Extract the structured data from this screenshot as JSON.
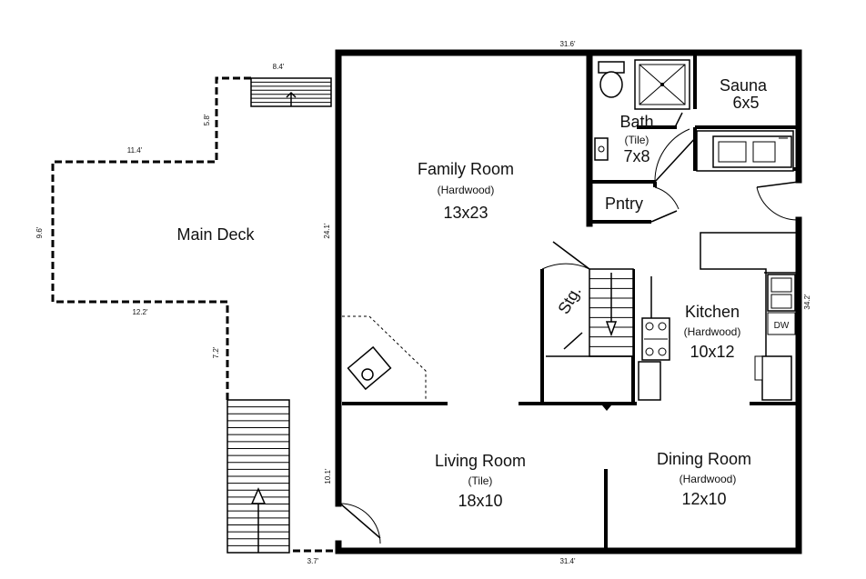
{
  "rooms": {
    "main_deck": {
      "name": "Main Deck"
    },
    "family_room": {
      "name": "Family Room",
      "floor": "(Hardwood)",
      "size": "13x23"
    },
    "bath": {
      "name": "Bath",
      "floor": "(Tile)",
      "size": "7x8"
    },
    "sauna": {
      "name": "Sauna",
      "size": "6x5"
    },
    "pantry": {
      "name": "Pntry"
    },
    "storage": {
      "name": "Stg."
    },
    "kitchen": {
      "name": "Kitchen",
      "floor": "(Hardwood)",
      "size": "10x12"
    },
    "living_room": {
      "name": "Living Room",
      "floor": "(Tile)",
      "size": "18x10"
    },
    "dining_room": {
      "name": "Dining Room",
      "floor": "(Hardwood)",
      "size": "12x10"
    }
  },
  "appliances": {
    "dishwasher": "DW"
  },
  "dimensions": {
    "top": "31.6'",
    "bottom": "31.4'",
    "right": "34.2'",
    "family_left": "24.1'",
    "living_left": "10.1'",
    "deck_top": "8.4'",
    "deck_step": "5.8'",
    "deck_mid": "11.4'",
    "deck_left": "9.6'",
    "deck_bottom": "12.2'",
    "deck_lower": "7.2'",
    "deck_foot": "3.7'"
  }
}
